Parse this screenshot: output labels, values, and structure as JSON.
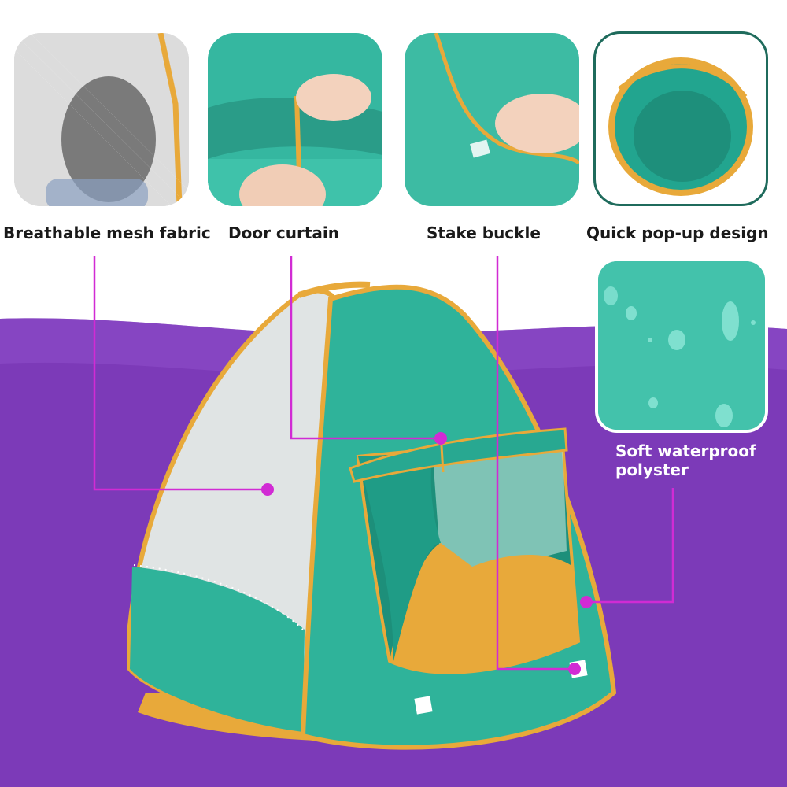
{
  "features": {
    "mesh": "Breathable mesh fabric",
    "door": "Door curtain",
    "stake": "Stake buckle",
    "popup": "Quick pop-up design",
    "waterproof_line1": "Soft waterproof",
    "waterproof_line2": "polyster"
  },
  "colors": {
    "tent_green": "#2fb39a",
    "trim_orange": "#e8a93a",
    "background_purple": "#7c3ab8",
    "callout_magenta": "#d12bd4",
    "panel_border": "#1f6b5c"
  }
}
